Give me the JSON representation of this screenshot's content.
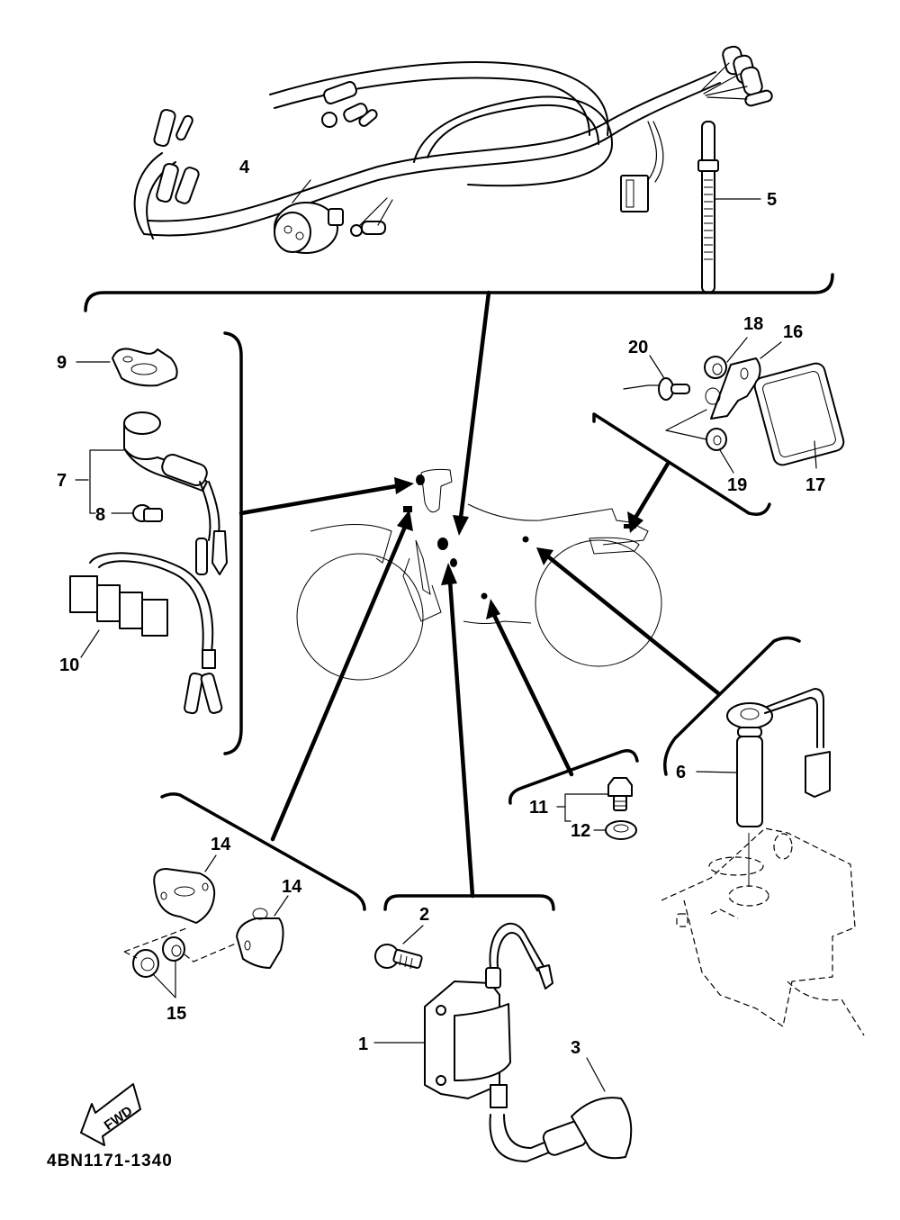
{
  "diagram": {
    "title_code": "4BN1171-1340",
    "direction_label": "FWD",
    "callouts": {
      "c1": "1",
      "c2": "2",
      "c3": "3",
      "c4": "4",
      "c5": "5",
      "c6": "6",
      "c7": "7",
      "c8": "8",
      "c9": "9",
      "c10": "10",
      "c11": "11",
      "c12": "12",
      "c14a": "14",
      "c14b": "14",
      "c15": "15",
      "c16": "16",
      "c17": "17",
      "c18": "18",
      "c19": "19",
      "c20": "20"
    },
    "groups": [
      {
        "name": "wire-harness-group",
        "parts": [
          "4",
          "5"
        ]
      },
      {
        "name": "headlight-bulb-group",
        "parts": [
          "7",
          "8",
          "9",
          "10"
        ]
      },
      {
        "name": "reflector-group",
        "parts": [
          "16",
          "17",
          "18",
          "19",
          "20"
        ]
      },
      {
        "name": "sensor-group",
        "parts": [
          "6"
        ]
      },
      {
        "name": "bolt-washer-group",
        "parts": [
          "11",
          "12"
        ]
      },
      {
        "name": "bracket-group",
        "parts": [
          "14",
          "15"
        ]
      },
      {
        "name": "ignition-coil-group",
        "parts": [
          "1",
          "2",
          "3"
        ]
      }
    ]
  }
}
